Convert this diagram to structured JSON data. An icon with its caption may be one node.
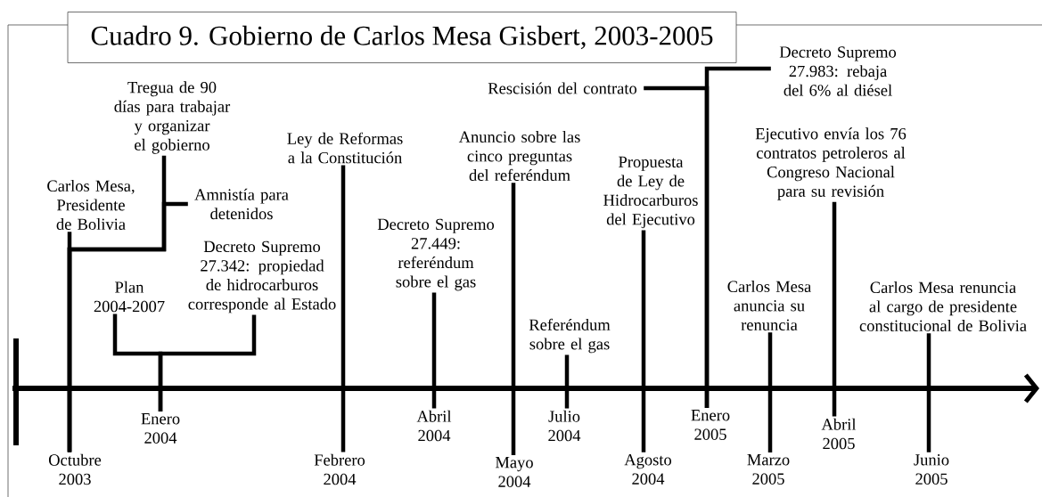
{
  "diagram": {
    "title": "Cuadro 9. Gobierno de Carlos Mesa Gisbert, 2003-2005",
    "nodes": [
      {
        "text": [
          "Carlos Mesa, Presidente de Bolivia"
        ]
      },
      {
        "text": [
          "Tregua de 90 días para trabajar y organizar el gobierno"
        ]
      },
      {
        "text": [
          "Amnistía para detenidos"
        ]
      },
      {
        "text": [
          "Plan 2004-2007"
        ]
      },
      {
        "text": [
          "Decreto Supremo 27.342: propiedad de hidrocarburos corresponde al Estado"
        ]
      },
      {
        "text": [
          "Ley de Reformas a la Constitución"
        ]
      },
      {
        "text": [
          "Decreto Supremo 27.449: referéndum sobre el gas"
        ]
      },
      {
        "text": [
          "Anuncio sobre las cinco preguntas del referéndum"
        ]
      },
      {
        "text": [
          "Referéndum sobre el gas"
        ]
      },
      {
        "text": [
          "Propuesta de Ley de Hidrocarburos del Ejecutivo"
        ]
      },
      {
        "text": [
          "Rescisión del contrato"
        ]
      },
      {
        "text": [
          "Decreto Supremo 27.983: rebaja del 6% al diésel"
        ]
      },
      {
        "text": [
          "Ejecutivo envía los 76 contratos petroleros al Congreso Nacional para su revisión"
        ]
      },
      {
        "text": [
          "Carlos Mesa anuncia su renuncia"
        ]
      },
      {
        "text": [
          "Carlos Mesa renuncia al cargo de presidente constitucional de Bolivia"
        ]
      },
      {
        "text": [
          "Octubre 2003"
        ]
      },
      {
        "text": [
          "Enero 2004"
        ]
      },
      {
        "text": [
          "Febrero 2004"
        ]
      },
      {
        "text": [
          "Abril 2004"
        ]
      },
      {
        "text": [
          "Mayo 2004"
        ]
      },
      {
        "text": [
          "Julio 2004"
        ]
      },
      {
        "text": [
          "Agosto 2004"
        ]
      },
      {
        "text": [
          "Enero 2005"
        ]
      },
      {
        "text": [
          "Marzo 2005"
        ]
      },
      {
        "text": [
          "Abril 2005"
        ]
      },
      {
        "text": [
          "Junio 2005"
        ]
      }
    ],
    "edges": [
      {
        "from": 15,
        "to": 0,
        "arrow": "none"
      },
      {
        "from": 15,
        "to": 1,
        "arrow": "none"
      },
      {
        "from": 15,
        "to": 2,
        "arrow": "none"
      },
      {
        "from": 16,
        "to": 3,
        "arrow": "none"
      },
      {
        "from": 16,
        "to": 4,
        "arrow": "none"
      },
      {
        "from": 17,
        "to": 5,
        "arrow": "none"
      },
      {
        "from": 18,
        "to": 6,
        "arrow": "none"
      },
      {
        "from": 19,
        "to": 7,
        "arrow": "none"
      },
      {
        "from": 20,
        "to": 8,
        "arrow": "none"
      },
      {
        "from": 21,
        "to": 9,
        "arrow": "none"
      },
      {
        "from": 22,
        "to": 10,
        "arrow": "none"
      },
      {
        "from": 22,
        "to": 11,
        "arrow": "none"
      },
      {
        "from": 23,
        "to": 13,
        "arrow": "none"
      },
      {
        "from": 24,
        "to": 12,
        "arrow": "none"
      },
      {
        "from": 25,
        "to": 14,
        "arrow": "none"
      }
    ]
  }
}
